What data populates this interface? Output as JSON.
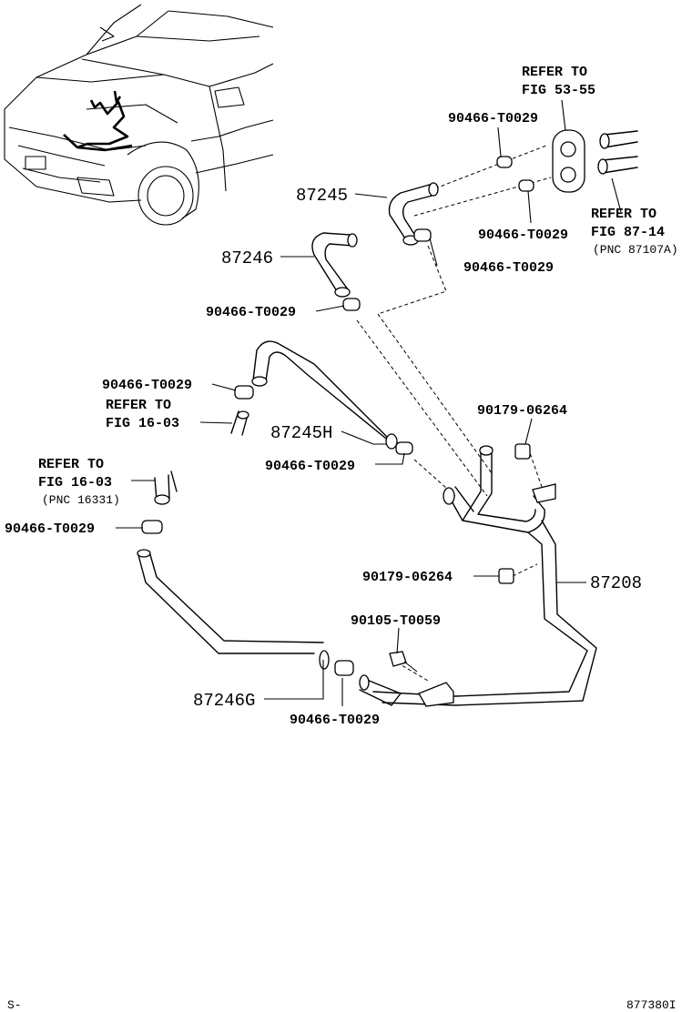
{
  "callouts": {
    "ref_53": [
      "REFER TO",
      "FIG 53-55"
    ],
    "ref_87": [
      "REFER TO",
      "FIG 87-14",
      "(PNC 87107A)"
    ],
    "ref_16a": [
      "REFER TO",
      "FIG 16-03"
    ],
    "ref_16b": [
      "REFER TO",
      "FIG 16-03",
      "(PNC 16331)"
    ],
    "clamp_1": "90466-T0029",
    "clamp_2": "90466-T0029",
    "clamp_3": "90466-T0029",
    "clamp_4": "90466-T0029",
    "clamp_5": "90466-T0029",
    "clamp_6": "90466-T0029",
    "clamp_7": "90466-T0029",
    "clamp_8": "90466-T0029",
    "nut_1": "90179-06264",
    "nut_2": "90179-06264",
    "bolt": "90105-T0059",
    "hose_87245": "87245",
    "hose_87246": "87246",
    "hose_87245h": "87245H",
    "hose_87246g": "87246G",
    "pipe_87208": "87208"
  },
  "footer": {
    "left": "S-",
    "right": "877380I"
  }
}
